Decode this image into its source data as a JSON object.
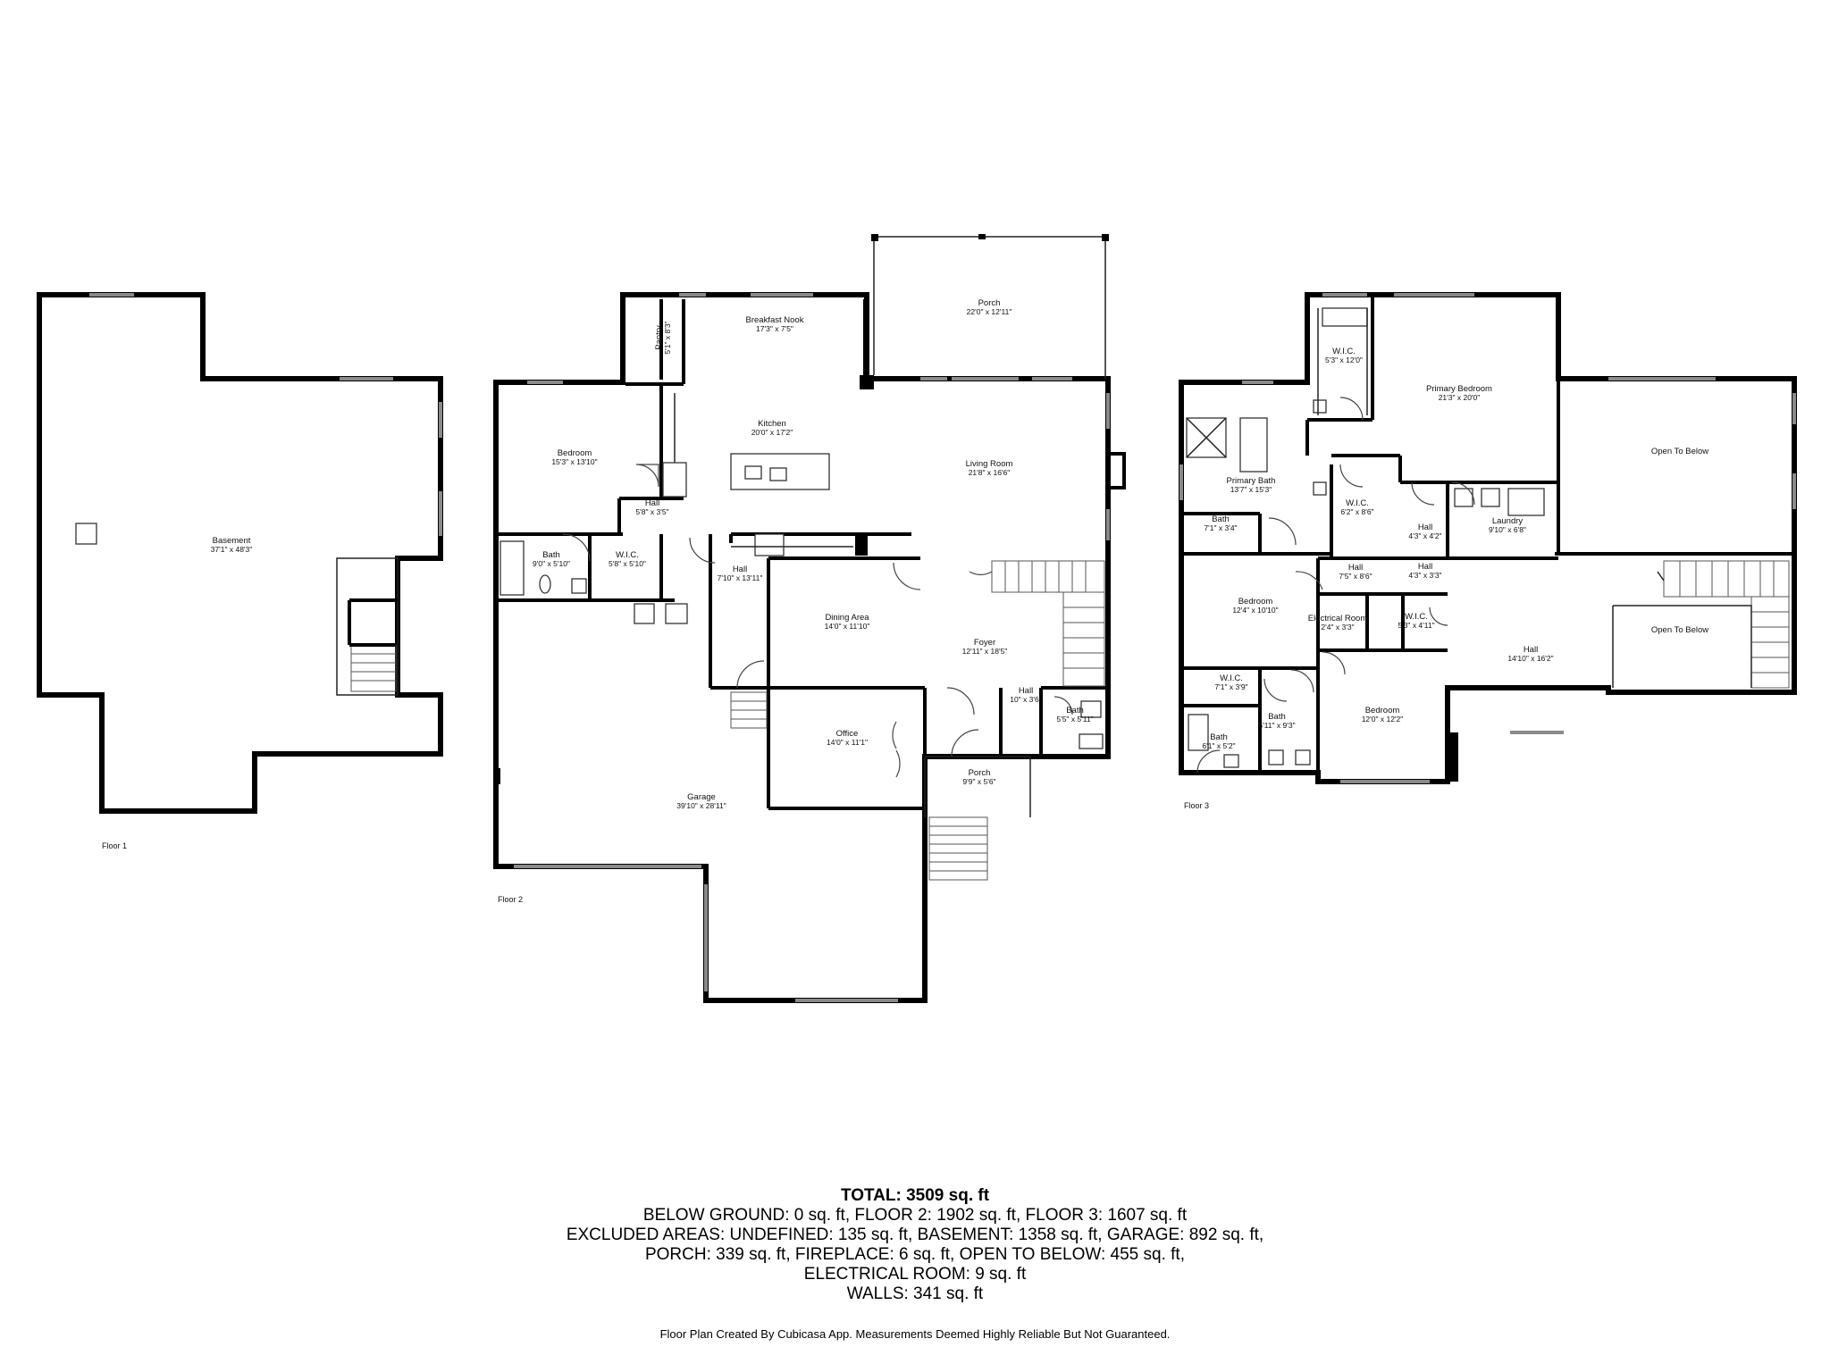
{
  "floors": [
    {
      "label": "Floor 1",
      "rooms": [
        {
          "id": "f1-basement",
          "name": "Basement",
          "dims": "37'1\" x 48'3\""
        }
      ]
    },
    {
      "label": "Floor 2",
      "rooms": [
        {
          "id": "f2-porch-rear",
          "name": "Porch",
          "dims": "22'0\" x 12'11\""
        },
        {
          "id": "f2-breakfast",
          "name": "Breakfast Nook",
          "dims": "17'3\" x 7'5\""
        },
        {
          "id": "f2-pantry",
          "name": "Pantry",
          "dims": "5'1\" x 8'3\""
        },
        {
          "id": "f2-kitchen",
          "name": "Kitchen",
          "dims": "20'0\" x 17'2\""
        },
        {
          "id": "f2-living",
          "name": "Living Room",
          "dims": "21'8\" x 16'6\""
        },
        {
          "id": "f2-bedroom",
          "name": "Bedroom",
          "dims": "15'3\" x 13'10\""
        },
        {
          "id": "f2-hall-a",
          "name": "Hall",
          "dims": "5'8\" x 3'5\""
        },
        {
          "id": "f2-bath",
          "name": "Bath",
          "dims": "9'0\" x 5'10\""
        },
        {
          "id": "f2-wic",
          "name": "W.I.C.",
          "dims": "5'8\" x 5'10\""
        },
        {
          "id": "f2-hall-b",
          "name": "Hall",
          "dims": "7'10\" x 13'11\""
        },
        {
          "id": "f2-dining",
          "name": "Dining Area",
          "dims": "14'0\" x 11'10\""
        },
        {
          "id": "f2-foyer",
          "name": "Foyer",
          "dims": "12'11\" x 18'5\""
        },
        {
          "id": "f2-hall-c",
          "name": "Hall",
          "dims": "10\" x 3'6\""
        },
        {
          "id": "f2-bath-half",
          "name": "Bath",
          "dims": "5'5\" x 5'11\""
        },
        {
          "id": "f2-office",
          "name": "Office",
          "dims": "14'0\" x 11'1\""
        },
        {
          "id": "f2-porch-front",
          "name": "Porch",
          "dims": "9'9\" x 5'6\""
        },
        {
          "id": "f2-garage",
          "name": "Garage",
          "dims": "39'10\" x 28'11\""
        }
      ]
    },
    {
      "label": "Floor 3",
      "rooms": [
        {
          "id": "f3-wic-primary",
          "name": "W.I.C.",
          "dims": "5'3\" x 12'0\""
        },
        {
          "id": "f3-primary-bed",
          "name": "Primary Bedroom",
          "dims": "21'3\" x 20'0\""
        },
        {
          "id": "f3-open-a",
          "name": "Open To Below",
          "dims": ""
        },
        {
          "id": "f3-primary-bath",
          "name": "Primary Bath",
          "dims": "13'7\" x 15'3\""
        },
        {
          "id": "f3-wic-b",
          "name": "W.I.C.",
          "dims": "6'2\" x 8'6\""
        },
        {
          "id": "f3-laundry",
          "name": "Laundry",
          "dims": "9'10\" x 6'8\""
        },
        {
          "id": "f3-bath-a",
          "name": "Bath",
          "dims": "7'1\" x 3'4\""
        },
        {
          "id": "f3-hall-a",
          "name": "Hall",
          "dims": "4'3\" x 4'2\""
        },
        {
          "id": "f3-hall-b",
          "name": "Hall",
          "dims": "7'5\" x 8'6\""
        },
        {
          "id": "f3-hall-c",
          "name": "Hall",
          "dims": "4'3\" x 3'3\""
        },
        {
          "id": "f3-bedroom-a",
          "name": "Bedroom",
          "dims": "12'4\" x 10'10\""
        },
        {
          "id": "f3-electrical",
          "name": "Electrical Room",
          "dims": "2'4\" x 3'3\""
        },
        {
          "id": "f3-wic-c",
          "name": "W.I.C.",
          "dims": "5'3\" x 4'11\""
        },
        {
          "id": "f3-hall-main",
          "name": "Hall",
          "dims": "14'10\" x 16'2\""
        },
        {
          "id": "f3-open-b",
          "name": "Open To Below",
          "dims": ""
        },
        {
          "id": "f3-wic-d",
          "name": "W.I.C.",
          "dims": "7'1\" x 3'9\""
        },
        {
          "id": "f3-bath-b",
          "name": "Bath",
          "dims": "5'11\" x 9'3\""
        },
        {
          "id": "f3-bath-c",
          "name": "Bath",
          "dims": "6'1\" x 5'2\""
        },
        {
          "id": "f3-bedroom-b",
          "name": "Bedroom",
          "dims": "12'0\" x 12'2\""
        }
      ]
    }
  ],
  "summary": {
    "total": "TOTAL: 3509 sq. ft",
    "lines": [
      "BELOW GROUND: 0 sq. ft, FLOOR 2: 1902 sq. ft, FLOOR 3: 1607 sq. ft",
      "EXCLUDED AREAS: UNDEFINED: 135 sq. ft, BASEMENT: 1358 sq. ft, GARAGE: 892 sq. ft,",
      "PORCH: 339 sq. ft, FIREPLACE: 6 sq. ft, OPEN TO BELOW: 455 sq. ft,",
      "ELECTRICAL ROOM: 9 sq. ft",
      "WALLS: 341 sq. ft"
    ]
  },
  "disclaimer": "Floor Plan Created By Cubicasa App. Measurements Deemed Highly Reliable But Not Guaranteed."
}
